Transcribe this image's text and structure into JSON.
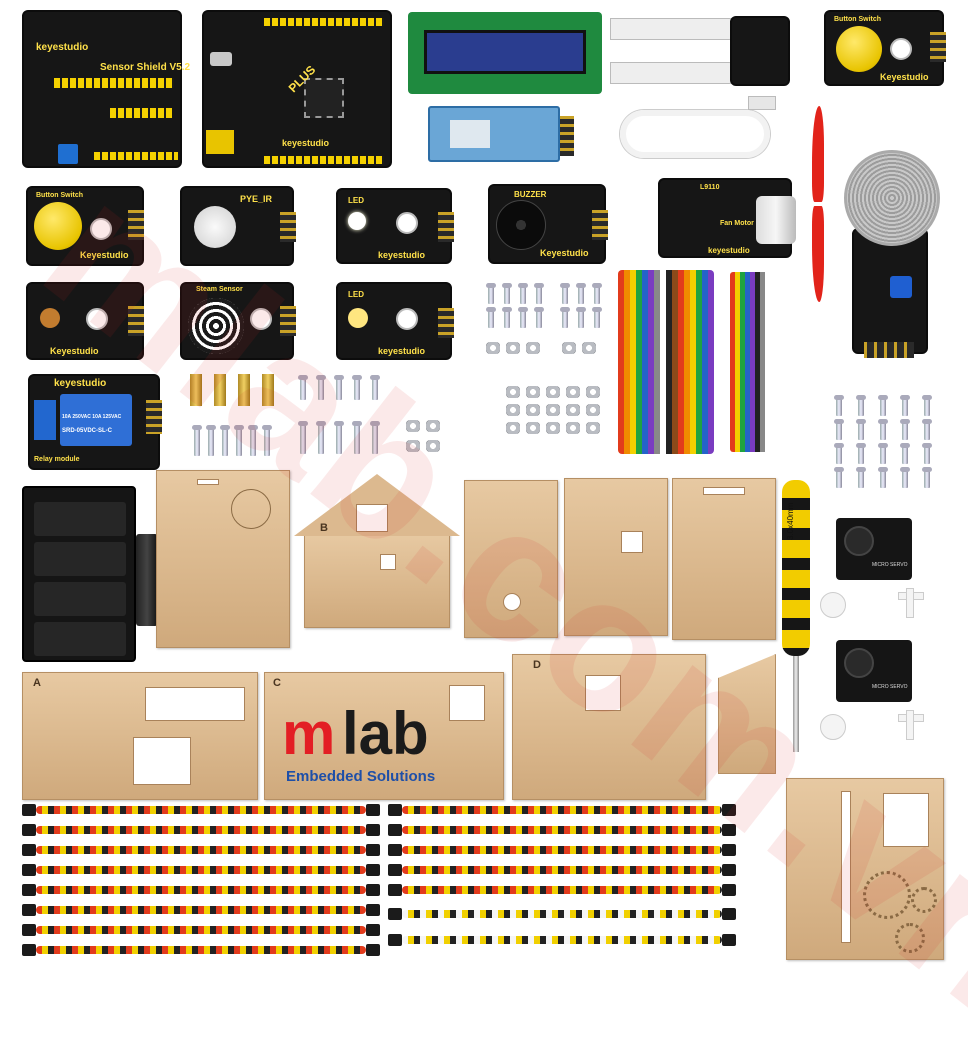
{
  "watermark": {
    "text": "mlab.com.vn"
  },
  "logo": {
    "word_m": "m",
    "word_lab": "lab",
    "tagline": "Embedded Solutions"
  },
  "boards": {
    "sensor_shield": {
      "brand": "keyestudio",
      "name": "Sensor Shield V5.2"
    },
    "main_board": {
      "brand": "keyestudio",
      "name": "PLUS"
    },
    "button_top": {
      "name": "Button Switch",
      "brand": "Keyestudio"
    },
    "button_left": {
      "name": "Button Switch",
      "brand": "Keyestudio"
    },
    "pir": {
      "name": "PYE_IR"
    },
    "led_white": {
      "name": "LED",
      "brand": "keyestudio"
    },
    "buzzer": {
      "name": "BUZZER",
      "brand": "Keyestudio"
    },
    "fan": {
      "chip": "L9110",
      "name": "Fan Motor",
      "brand": "keyestudio"
    },
    "photocell": {
      "brand": "Keyestudio"
    },
    "steam": {
      "name": "Steam Sensor"
    },
    "led_yellow": {
      "name": "LED",
      "brand": "keyestudio"
    },
    "relay": {
      "brand": "keyestudio",
      "spec1": "10A 250VAC 10A 125VAC",
      "spec2": "SRD-05VDC-SL-C",
      "footer": "Relay module"
    },
    "servo": {
      "label": "MICRO SERVO"
    }
  },
  "wood_panels": {
    "b": "B",
    "a": "A",
    "c": "C",
    "d": "D"
  },
  "screwdriver": {
    "label": "3.0x40mm"
  },
  "colors": {
    "brand_red": "#e31e24",
    "brand_blue": "#1e4fa8",
    "pcb_black": "#161616",
    "pcb_yellow": "#ffe14a",
    "wood": "#dcb98f"
  }
}
